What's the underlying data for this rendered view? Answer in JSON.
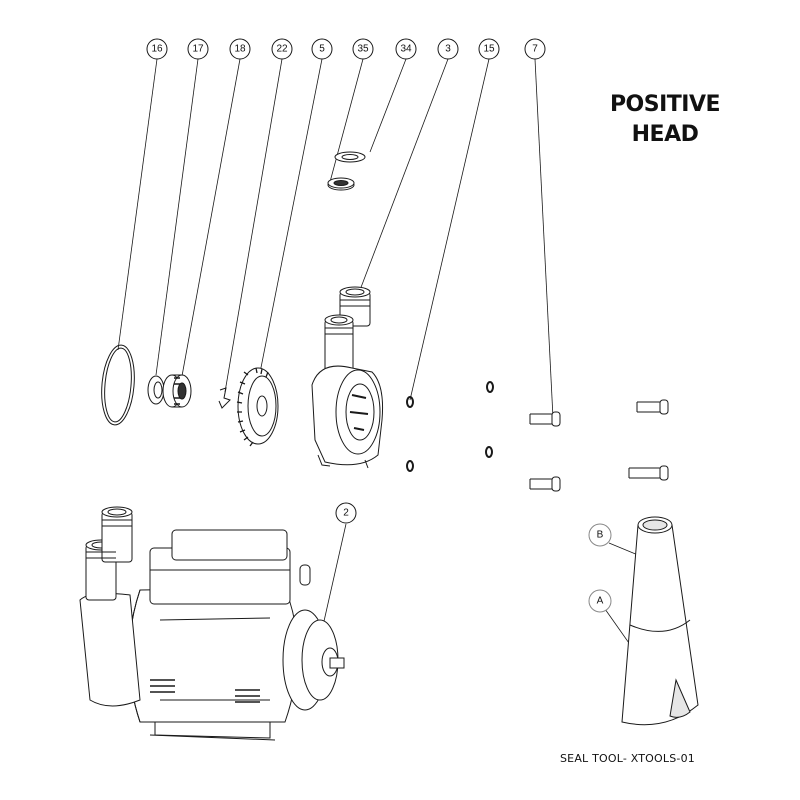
{
  "title_line1": "POSITIVE",
  "title_line2": "HEAD",
  "caption": "SEAL TOOL- XTOOLS-01",
  "part_numbers": [
    "16",
    "17",
    "18",
    "22",
    "5",
    "35",
    "34",
    "3",
    "15",
    "7",
    "2"
  ],
  "tool_labels": [
    "A",
    "B"
  ],
  "colors": {
    "line": "#1a1a1a",
    "fill": "#ffffff",
    "shade": "#d9d9d9"
  }
}
